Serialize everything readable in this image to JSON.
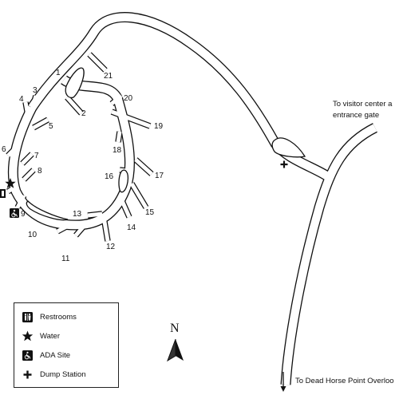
{
  "map": {
    "site_numbers": [
      "1",
      "2",
      "3",
      "4",
      "5",
      "6",
      "7",
      "8",
      "9",
      "10",
      "11",
      "12",
      "13",
      "14",
      "15",
      "16",
      "17",
      "18",
      "19",
      "20",
      "21"
    ],
    "directions": {
      "visitor_center_line1": "To visitor center a",
      "visitor_center_line2": "entrance gate",
      "overlook": "To Dead Horse Point Overloo"
    },
    "north_label": "N"
  },
  "legend": {
    "items": [
      {
        "label": "Restrooms",
        "icon": "restroom-icon"
      },
      {
        "label": "Water",
        "icon": "star-icon"
      },
      {
        "label": "ADA Site",
        "icon": "wheelchair-icon"
      },
      {
        "label": "Dump Station",
        "icon": "plus-icon"
      }
    ]
  },
  "colors": {
    "ink": "#111111",
    "background": "#ffffff"
  }
}
